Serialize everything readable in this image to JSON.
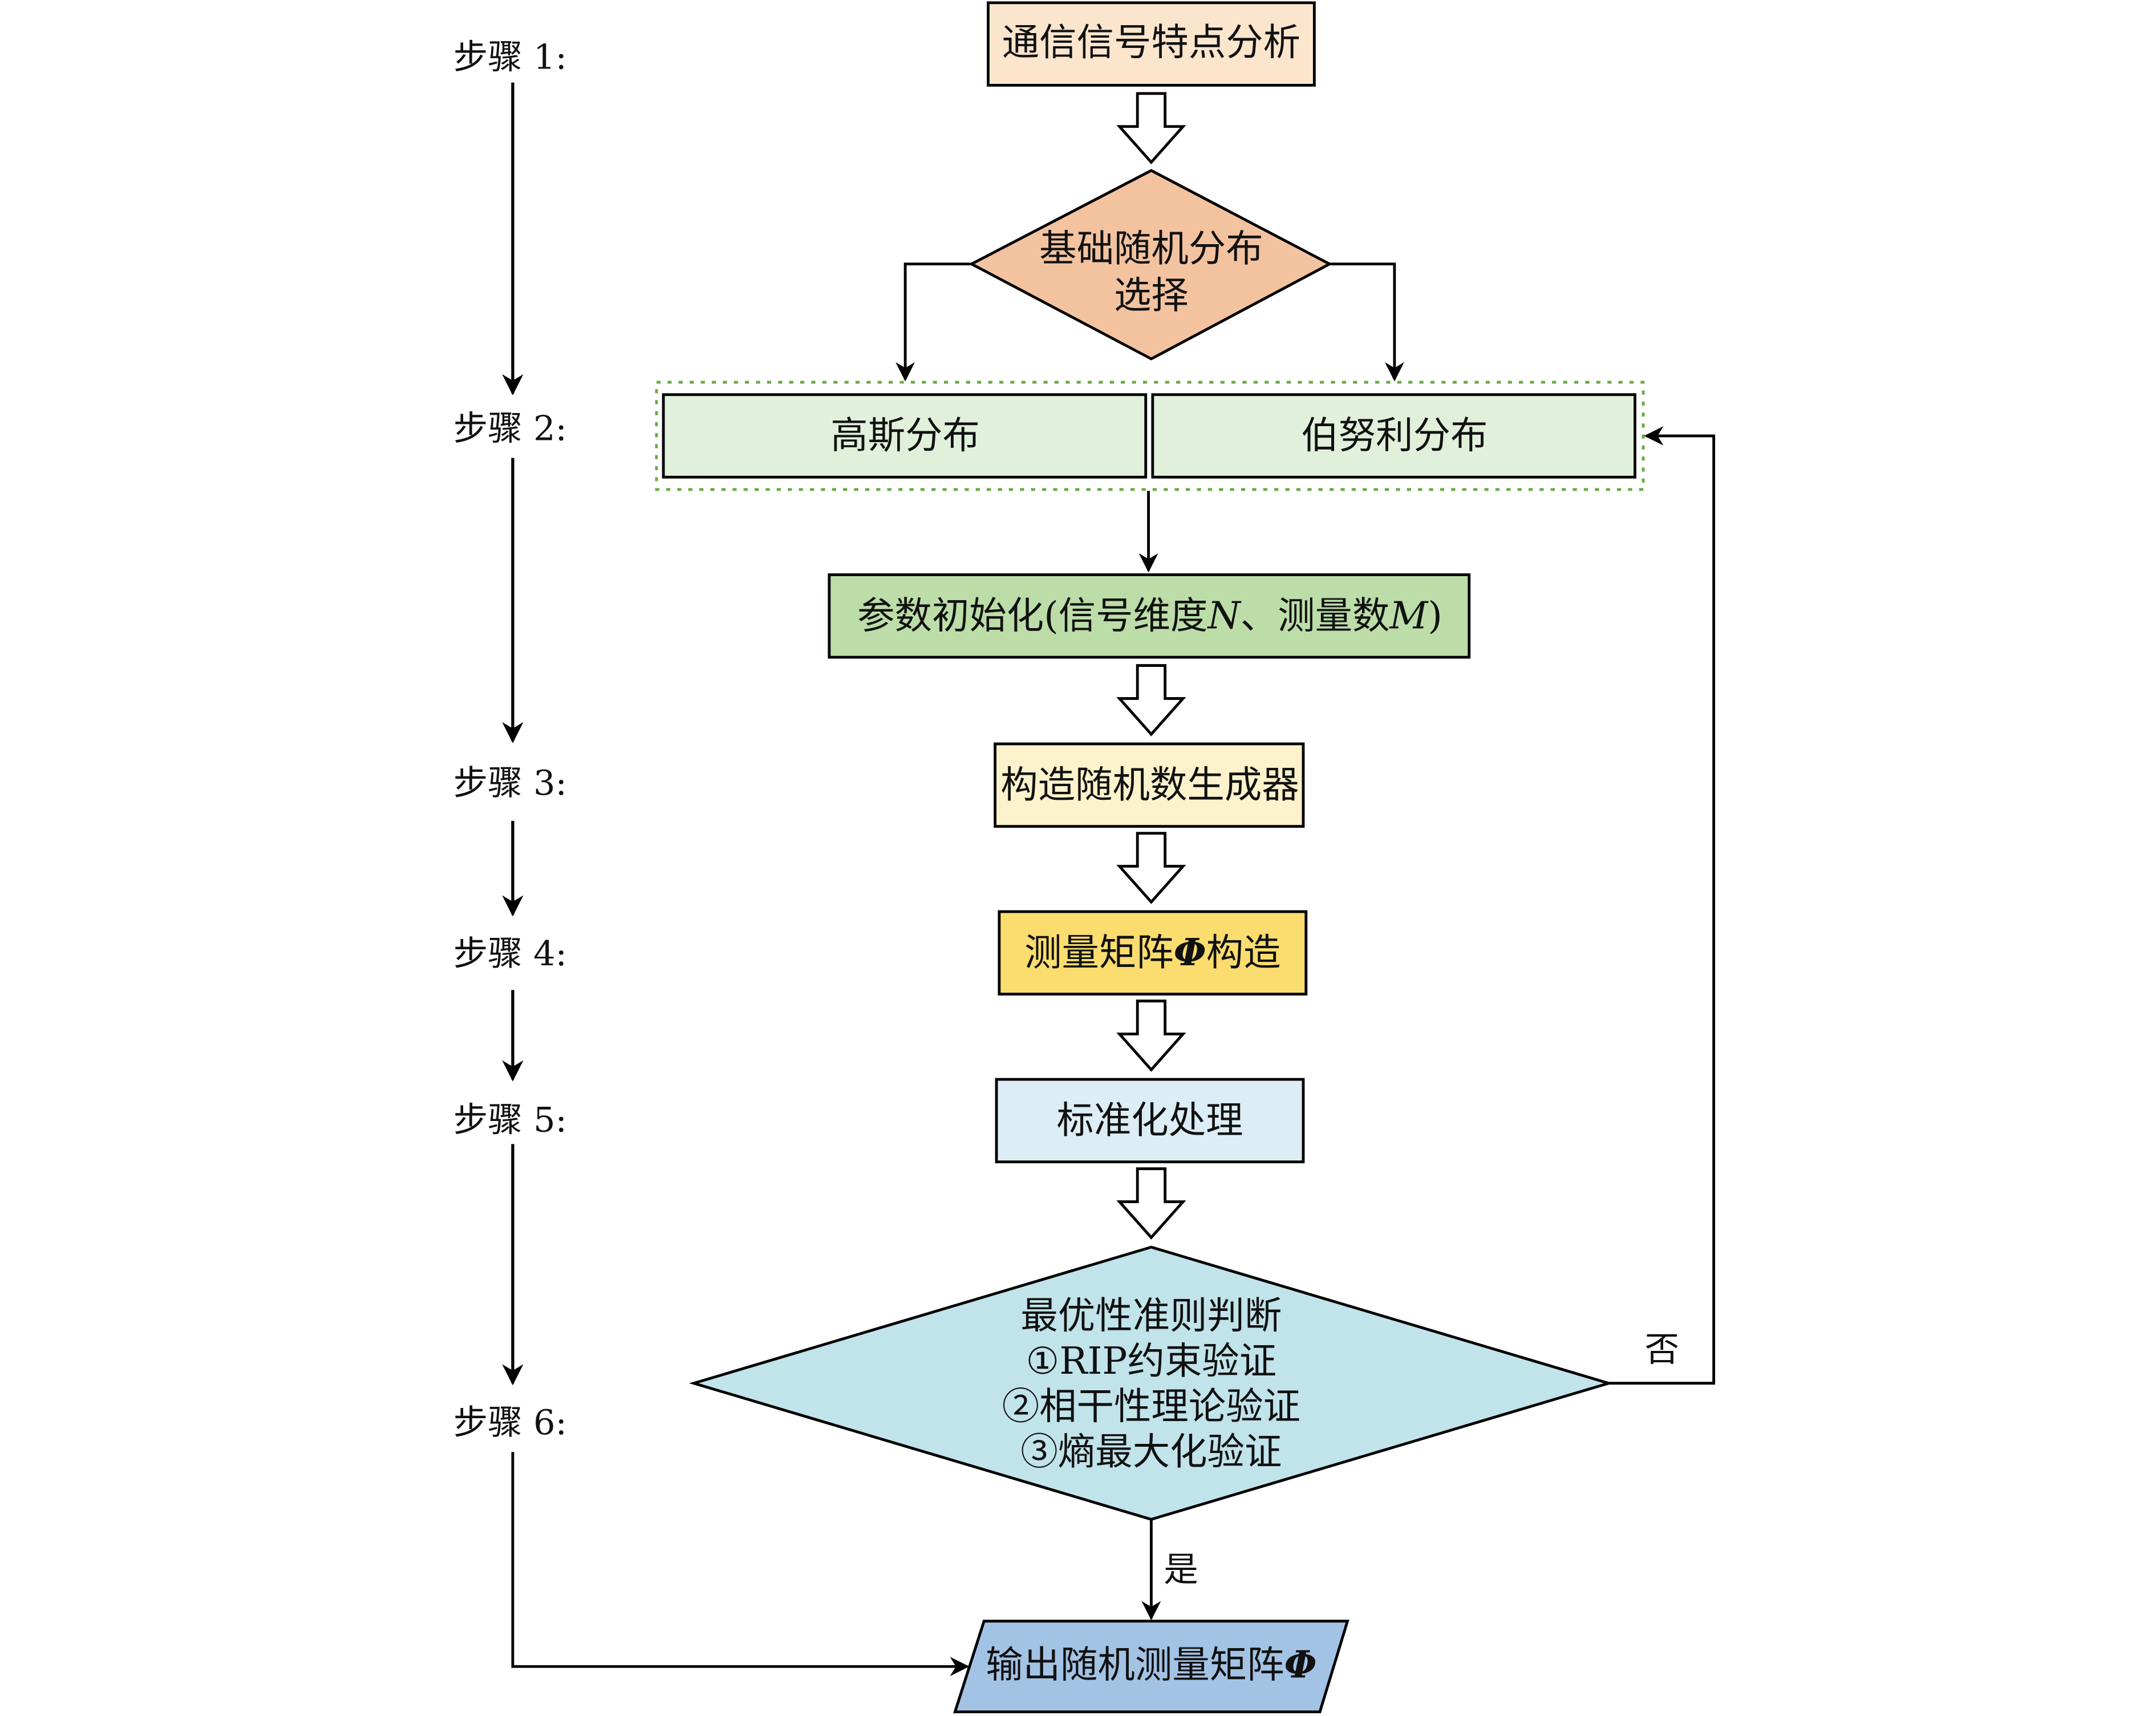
{
  "diagram": {
    "type": "flowchart",
    "colors": {
      "analysis": "#fbe5cd",
      "select_diamond": "#f3c3a0",
      "distribution": "#e1f0db",
      "dashed_group": "#6aaa45",
      "init": "#bcdda8",
      "generator": "#fcf2cb",
      "phi_construct": "#fadd6e",
      "normalize": "#ddedf5",
      "criterion_diamond": "#c1e3ea",
      "output": "#a3c3e5",
      "line": "#000000"
    },
    "steps": [
      {
        "label": "步骤 1:"
      },
      {
        "label": "步骤 2:"
      },
      {
        "label": "步骤 3:"
      },
      {
        "label": "步骤 4:"
      },
      {
        "label": "步骤 5:"
      },
      {
        "label": "步骤 6:"
      }
    ],
    "nodes": {
      "analysis": {
        "label": "通信信号特点分析"
      },
      "select": {
        "line1": "基础随机分布",
        "line2": "选择"
      },
      "gaussian": {
        "label": "高斯分布"
      },
      "bernoulli": {
        "label": "伯努利分布"
      },
      "init": {
        "prefix": "参数初始化(信号维度",
        "var_n": "N",
        "sep": "、测量数",
        "var_m": "M",
        "suffix": ")"
      },
      "generator": {
        "label": "构造随机数生成器"
      },
      "phi_construct": {
        "prefix": "测量矩阵",
        "phi": "Φ",
        "suffix": "构造"
      },
      "normalize": {
        "label": "标准化处理"
      },
      "criterion": {
        "line1": "最优性准则判断",
        "line2": "①RIP约束验证",
        "line3": "②相干性理论验证",
        "line4": "③熵最大化验证"
      },
      "output": {
        "prefix": "输出随机测量矩阵",
        "phi": "Φ"
      }
    },
    "edge_labels": {
      "no": "否",
      "yes": "是"
    }
  }
}
